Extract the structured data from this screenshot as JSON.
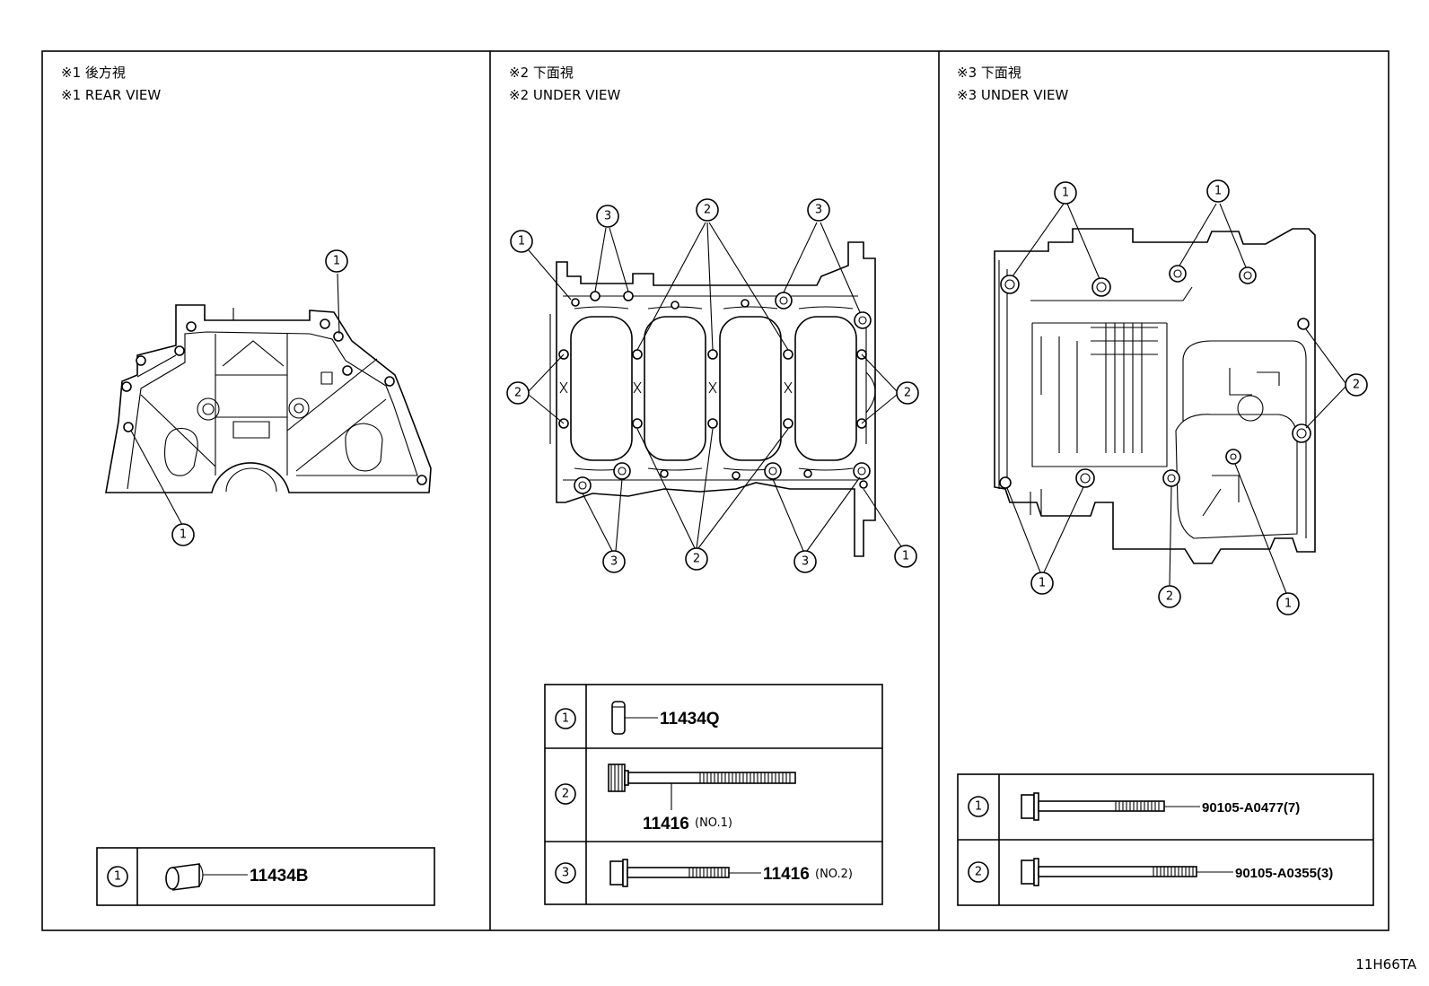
{
  "panels": [
    {
      "heading_jp": "※1 後方視",
      "heading_en": "※1 REAR VIEW",
      "parts": [
        {
          "callout": "1",
          "part_no": "11434B",
          "note": ""
        }
      ]
    },
    {
      "heading_jp": "※2 下面視",
      "heading_en": "※2 UNDER VIEW",
      "parts": [
        {
          "callout": "1",
          "part_no": "11434Q",
          "note": ""
        },
        {
          "callout": "2",
          "part_no": "11416",
          "note": "(NO.1)"
        },
        {
          "callout": "3",
          "part_no": "11416",
          "note": "(NO.2)"
        }
      ]
    },
    {
      "heading_jp": "※3 下面視",
      "heading_en": "※3 UNDER VIEW",
      "parts": [
        {
          "callout": "1",
          "part_no": "90105-A0477(7)",
          "note": ""
        },
        {
          "callout": "2",
          "part_no": "90105-A0355(3)",
          "note": ""
        }
      ]
    }
  ],
  "callouts": {
    "one": "1",
    "two": "2",
    "three": "3"
  },
  "illustration_code": "11H66TA"
}
